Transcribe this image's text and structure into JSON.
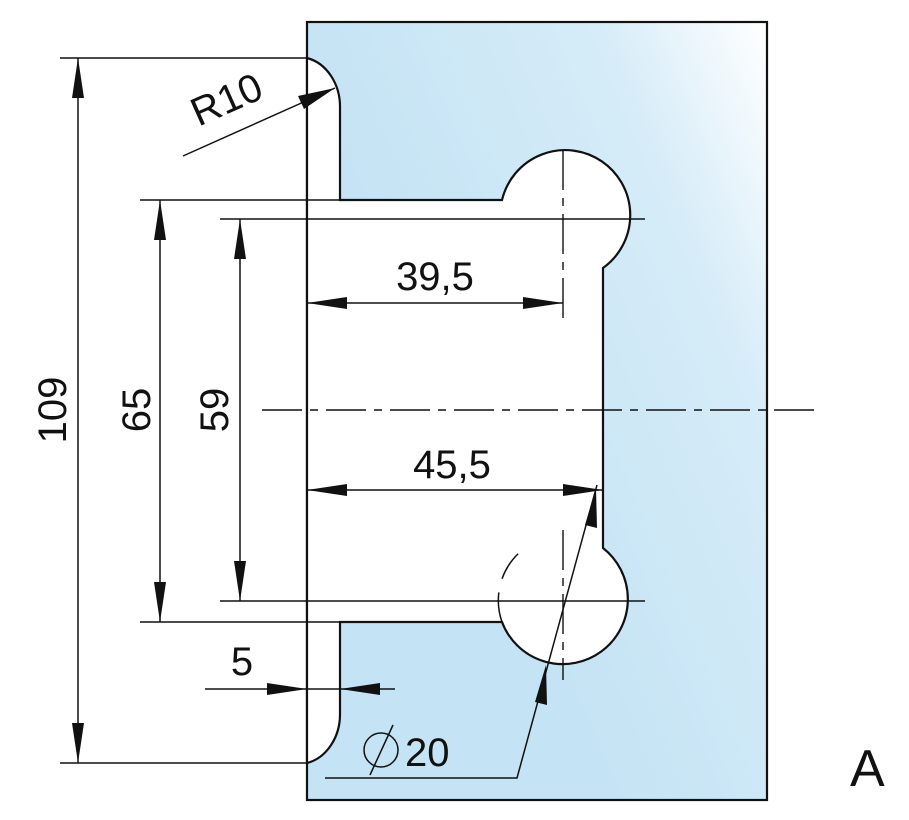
{
  "drawing": {
    "view_label": "A",
    "colors": {
      "glass": "#c4e3f4",
      "glass_highlight": "#ffffff",
      "line": "#111111"
    },
    "dimensions": {
      "overall_height": "109",
      "cutout_height": "65",
      "hole_spacing": "59",
      "top_hole_offset": "39,5",
      "bottom_hole_offset": "45,5",
      "edge_offset": "5",
      "corner_radius": "R10",
      "hole_diameter": "20",
      "diameter_symbol": "⌀"
    }
  }
}
